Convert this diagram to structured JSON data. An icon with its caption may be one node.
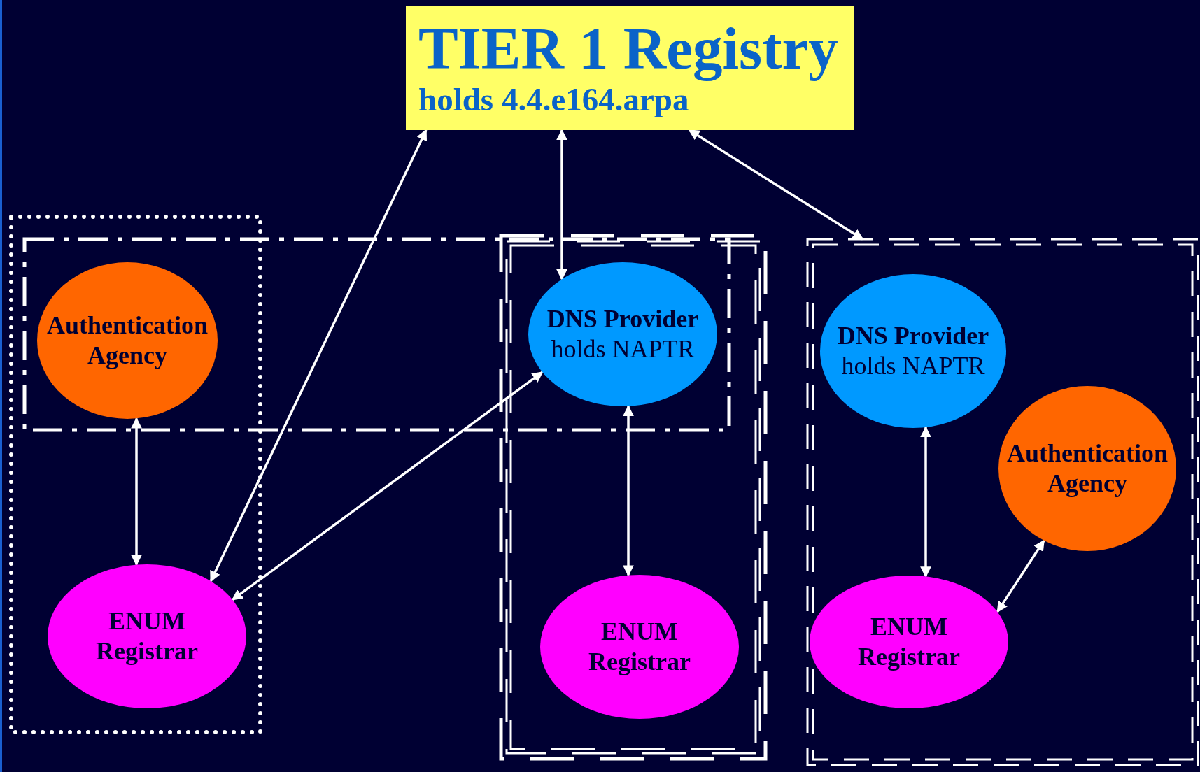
{
  "diagram": {
    "nodes": [
      {
        "text": [
          "TIER 1 Registry",
          "holds 4.4.e164.arpa"
        ]
      },
      {
        "text": [
          "Authentication Agency"
        ]
      },
      {
        "text": [
          "ENUM Registrar"
        ]
      },
      {
        "text": [
          "DNS Provider",
          "holds NAPTR"
        ]
      },
      {
        "text": [
          "ENUM Registrar"
        ]
      },
      {
        "text": [],
        "shape": "box"
      },
      {
        "text": [
          "DNS Provider",
          "holds NAPTR"
        ],
        "in": 5
      },
      {
        "text": [
          "Authentication Agency"
        ],
        "in": 5
      },
      {
        "text": [
          "ENUM Registrar"
        ],
        "in": 5
      }
    ],
    "edges": [
      {
        "from": 0,
        "to": 2,
        "arrow": "both"
      },
      {
        "from": 0,
        "to": 3,
        "arrow": "both"
      },
      {
        "from": 0,
        "to": 5,
        "arrow": "both"
      },
      {
        "from": 1,
        "to": 2,
        "arrow": "both"
      },
      {
        "from": 2,
        "to": 3,
        "arrow": "both"
      },
      {
        "from": 3,
        "to": 4,
        "arrow": "both"
      },
      {
        "from": 6,
        "to": 8,
        "arrow": "both"
      },
      {
        "from": 8,
        "to": 7,
        "arrow": "both"
      }
    ]
  }
}
